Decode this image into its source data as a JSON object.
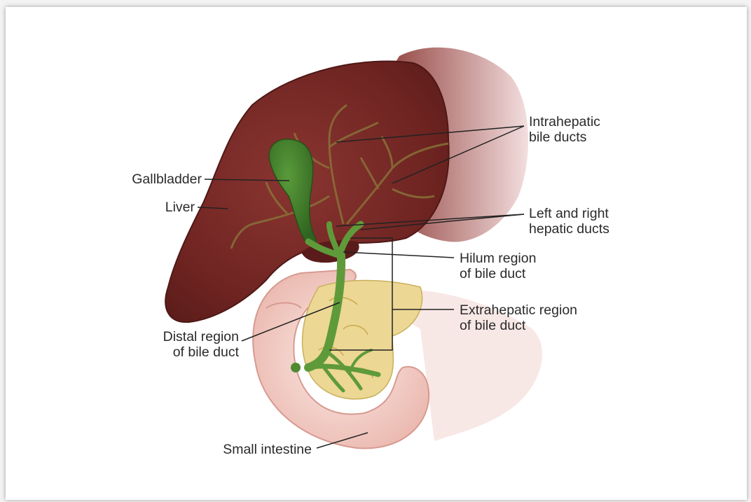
{
  "labels": {
    "intrahepatic": [
      "Intrahepatic",
      "bile ducts"
    ],
    "gallbladder": [
      "Gallbladder"
    ],
    "liver": [
      "Liver"
    ],
    "hepatic_ducts": [
      "Left and right",
      "hepatic ducts"
    ],
    "hilum": [
      "Hilum region",
      "of bile duct"
    ],
    "extrahepatic": [
      "Extrahepatic region",
      "of bile duct"
    ],
    "distal": [
      "Distal region",
      "of bile duct"
    ],
    "small_intestine": [
      "Small intestine"
    ]
  },
  "colors": {
    "liver": "#7d2a28",
    "liver_light": "#a5504c",
    "gallbladder": "#3f7a2a",
    "duct": "#5f9a3a",
    "pancreas": "#e8d38a",
    "intestine": "#f2c8c0",
    "leader": "#222222"
  }
}
